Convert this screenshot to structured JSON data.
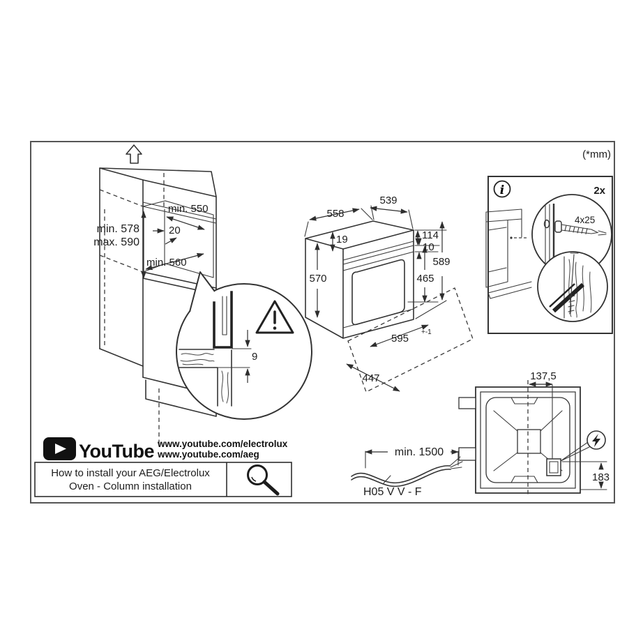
{
  "units_note": "(*mm)",
  "cabinet": {
    "height_min": "min. 578",
    "height_max": "max. 590",
    "top_width": "min. 550",
    "rear_gap": "20",
    "bottom_depth": "min. 560"
  },
  "detail": {
    "panel_gap": "9"
  },
  "oven": {
    "width": "558",
    "top_depth": "539",
    "top_inset": "19",
    "upper_section": "114",
    "gap": "10",
    "side_height": "570",
    "door_height": "465",
    "total_height": "589",
    "depth_value": "595",
    "depth_tolerance": "+-1",
    "bottom_width": "447"
  },
  "mount": {
    "quantity": "2x",
    "screw_size": "4x25",
    "info_symbol": "i"
  },
  "rear_view": {
    "terminal_offset": "137,5",
    "terminal_height": "183"
  },
  "cable": {
    "min_length": "min. 1500",
    "cable_type": "H05 V V - F"
  },
  "youtube": {
    "brand": "YouTube",
    "url_electrolux": "www.youtube.com/electrolux",
    "url_aeg": "www.youtube.com/aeg",
    "caption_line1": "How to install your AEG/Electrolux",
    "caption_line2": "Oven - Column installation"
  }
}
